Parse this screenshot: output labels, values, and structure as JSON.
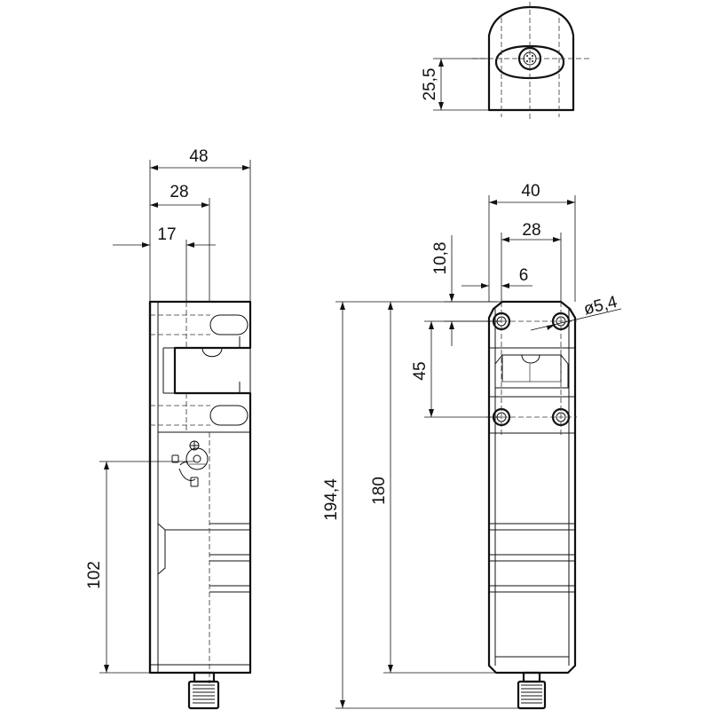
{
  "top_view": {
    "height_dimension": "25,5"
  },
  "side_view": {
    "width_overall": "48",
    "width_middle": "28",
    "width_inner": "17",
    "height_to_connector": "102"
  },
  "front_view": {
    "width_overall": "40",
    "hole_spacing": "28",
    "slot_offset_height": "10,8",
    "slot_width": "6",
    "hole_diameter": "ø5,4",
    "hole_vertical_spacing": "45",
    "total_height": "194,4",
    "body_height": "180"
  }
}
